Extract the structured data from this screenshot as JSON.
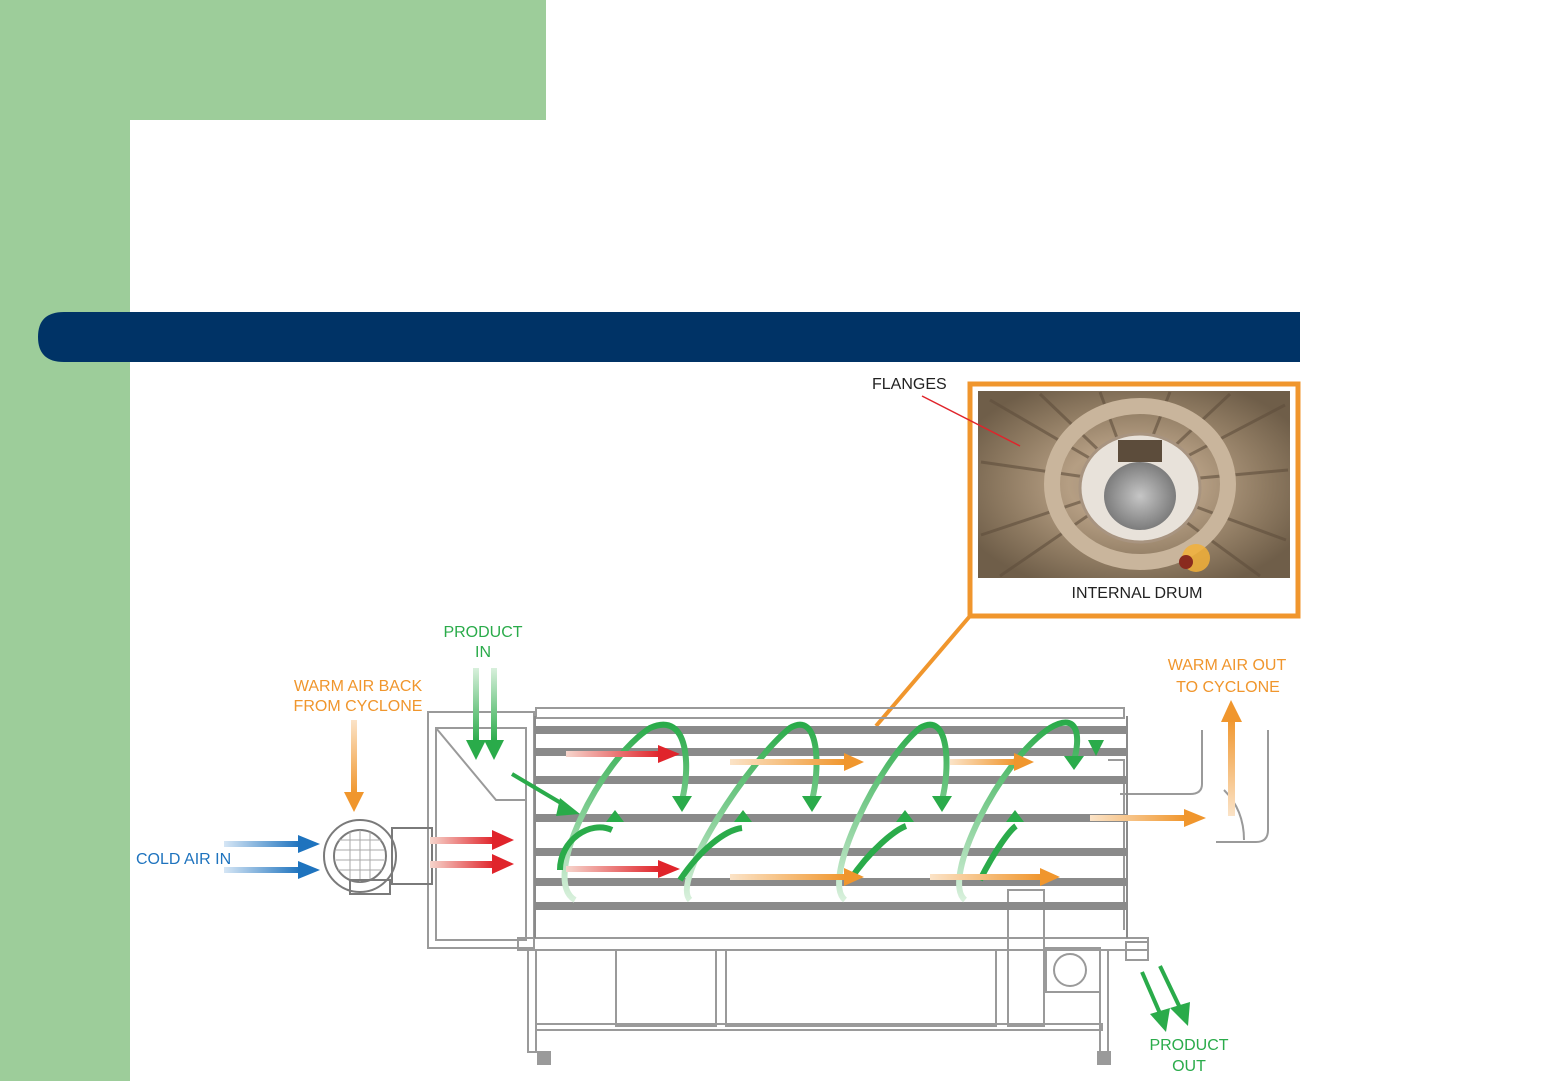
{
  "slide": {
    "colors": {
      "sidebar_green": "#9dcd9a",
      "banner_navy": "#003366",
      "orange": "#f0962d",
      "green": "#2aab4a",
      "red": "#e0242b",
      "blue": "#1e73be",
      "drum_gray": "#8a8a8a",
      "frame_gray": "#9a9a9a"
    }
  },
  "diagram": {
    "labels": {
      "flanges": "FLANGES",
      "internal_drum": "INTERNAL DRUM",
      "product_in_1": "PRODUCT",
      "product_in_2": "IN",
      "warm_air_back_1": "WARM AIR BACK",
      "warm_air_back_2": "FROM CYCLONE",
      "cold_air_in": "COLD AIR IN",
      "warm_air_out_1": "WARM AIR OUT",
      "warm_air_out_2": "TO CYCLONE",
      "product_out_1": "PRODUCT",
      "product_out_2": "OUT"
    }
  }
}
